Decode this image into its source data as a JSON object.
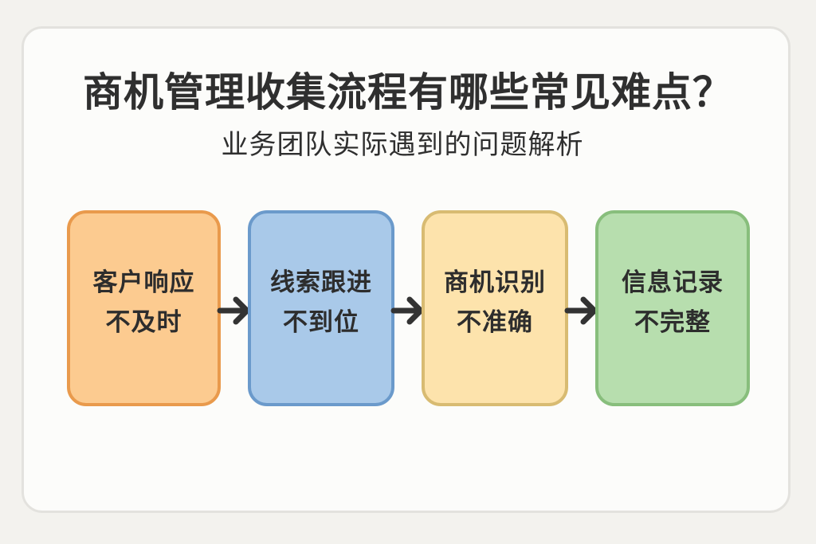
{
  "title": "商机管理收集流程有哪些常见难点？",
  "subtitle": "业务团队实际遇到的问题解析",
  "steps": [
    {
      "line1": "客户响应",
      "line2": "不及时",
      "fill": "#fccb90",
      "border": "#e99a4c"
    },
    {
      "line1": "线索跟进",
      "line2": "不到位",
      "fill": "#a9c9e9",
      "border": "#6b9acb"
    },
    {
      "line1": "商机识别",
      "line2": "不准确",
      "fill": "#fde3ac",
      "border": "#d8bb72"
    },
    {
      "line1": "信息记录",
      "line2": "不完整",
      "fill": "#b7deae",
      "border": "#88be7c"
    }
  ],
  "arrows": [
    {
      "icon": "arrow-right-icon",
      "color": "#333333"
    },
    {
      "icon": "arrow-right-icon",
      "color": "#333333"
    },
    {
      "icon": "arrow-right-icon",
      "color": "#333333"
    }
  ]
}
